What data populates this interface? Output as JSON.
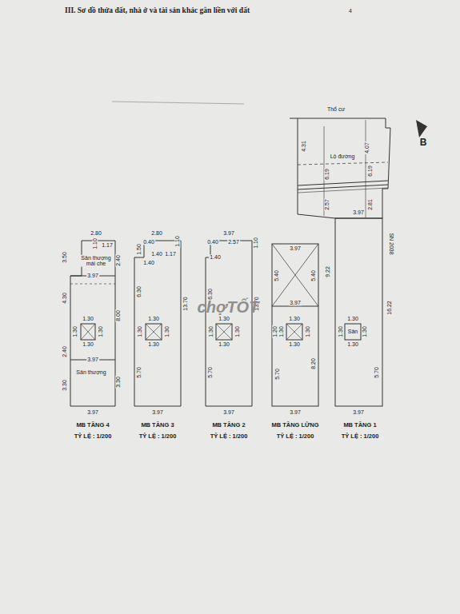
{
  "diagram": {
    "title": "III. Sơ đồ thửa đất, nhà ở và tài sản khác gắn liền với đất",
    "labels": [
      "4",
      "Thổ cư",
      "4.31",
      "4.07",
      "Lộ đường",
      "6.19",
      "6.19",
      "2.57",
      "2.81",
      "3.97",
      "SN 2038",
      "9.22",
      "16.22",
      "1.30",
      "1.30",
      "Sân",
      "1.30",
      "1.30",
      "5.70",
      "3.97",
      "MB TẦNG 1",
      "TỶ LỆ : 1/200",
      "3.97",
      "5.40",
      "5.40",
      "3.97",
      "1.20",
      "1.30",
      "1.30",
      "1.30",
      "1.30",
      "8.20",
      "5.70",
      "3.97",
      "MB TẦNG LỬNG",
      "TỶ LỆ : 1/200",
      "3.97",
      "0.40",
      "2.57",
      "1.10",
      "1.40",
      "6.30",
      "13.70",
      "1.30",
      "1.30",
      "1.30",
      "1.30",
      "5.70",
      "3.97",
      "MB TẦNG 2",
      "TỶ LỆ : 1/200",
      "2.80",
      "1.10",
      "0.40",
      "1.50",
      "1.40",
      "1.17",
      "1.40",
      "6.30",
      "13.70",
      "1.30",
      "1.30",
      "1.30",
      "1.30",
      "5.70",
      "3.97",
      "MB TẦNG 3",
      "TỶ LỆ : 1/200",
      "2.80",
      "1.10",
      "1.17",
      "3.50",
      "Sân thượng mái che",
      "2.40",
      "3.97",
      "4.30",
      "8.00",
      "1.30",
      "1.30",
      "1.30",
      "1.30",
      "2.40",
      "3.97",
      "Sân thượng",
      "3.30",
      "3.30",
      "3.97",
      "MB TẦNG 4",
      "TỶ LỆ : 1/200",
      "chợTỐT",
      "B"
    ]
  }
}
